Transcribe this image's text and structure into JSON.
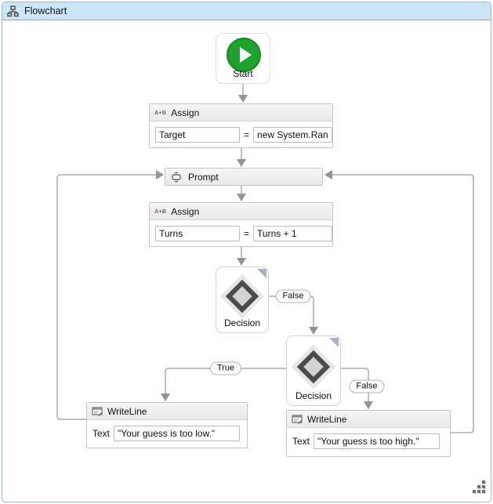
{
  "theme": {
    "titlebar_bg": "#cde5f8",
    "titlebar_border": "#7aaede",
    "outer_border": "#9fb6cc",
    "connector": "#abaaae",
    "arrow": "#939398",
    "box_border": "#c6c6c6",
    "header_bg_top": "#f6f6f6",
    "header_bg_bottom": "#e9e9e9",
    "input_border": "#bdbdbd",
    "start_green": "#1ea32c",
    "start_green_dark": "#128a20",
    "diamond_dark": "#4b4b4b",
    "diamond_light": "#d2d2d2",
    "diamond_halo": "#e6e6e6",
    "pill_border": "#b3b3b3"
  },
  "titlebar": {
    "title": "Flowchart"
  },
  "nodes": {
    "start": {
      "label": "Start"
    },
    "assign_target": {
      "icon_text": "A+B",
      "title": "Assign",
      "left_value": "Target",
      "operator": "=",
      "right_value": "new System.Random"
    },
    "prompt": {
      "title": "Prompt"
    },
    "assign_turns": {
      "icon_text": "A+B",
      "title": "Assign",
      "left_value": "Turns",
      "operator": "=",
      "right_value": "Turns + 1"
    },
    "decision_first": {
      "label": "Decision"
    },
    "decision_second": {
      "label": "Decision"
    },
    "writeline_low": {
      "title": "WriteLine",
      "field_label": "Text",
      "value": "\"Your guess is too low.\""
    },
    "writeline_high": {
      "title": "WriteLine",
      "field_label": "Text",
      "value": "\"Your guess is too high.\""
    }
  },
  "connector_labels": {
    "decision1_false": "False",
    "decision2_true": "True",
    "decision2_false": "False"
  }
}
